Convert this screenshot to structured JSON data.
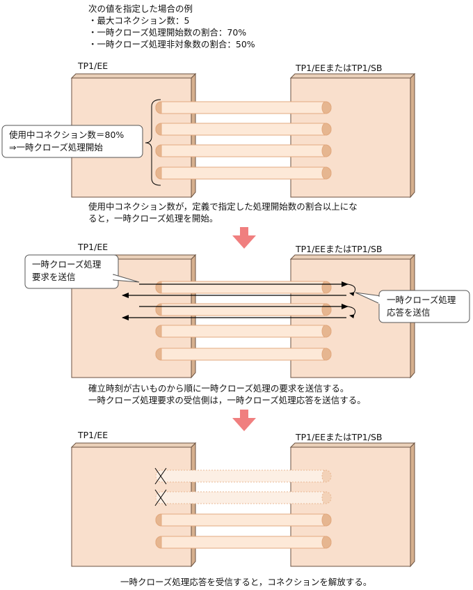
{
  "intro": {
    "heading": "次の値を指定した場合の例",
    "items": [
      "・最大コネクション数：5",
      "・一時クローズ処理開始数の割合：70%",
      "・一時クローズ処理非対象数の割合：50%"
    ]
  },
  "colors": {
    "box_fill": "#f9dfcc",
    "box_side": "#d6b08f",
    "pipe_fill": "#fde9d8",
    "pipe_stroke": "#e2a97f",
    "cap_fill": "#e6b690",
    "arrow_down": "#f07f7f"
  },
  "panels": [
    {
      "left_label": "TP1/EE",
      "right_label": "TP1/EEまたはTP1/SB",
      "callout_left": [
        "使用中コネクション数＝80%",
        "⇒一時クローズ処理開始"
      ],
      "caption": [
        "使用中コネクション数が，定義で指定した処理開始数の割合以上にな",
        "ると，一時クローズ処理を開始。"
      ]
    },
    {
      "left_label": "TP1/EE",
      "right_label": "TP1/EEまたはTP1/SB",
      "callout_left": [
        "一時クローズ処理",
        "要求を送信"
      ],
      "callout_right": [
        "一時クローズ処理",
        "応答を送信"
      ],
      "caption": [
        "確立時刻が古いものから順に一時クローズ処理の要求を送信する。",
        "一時クローズ処理要求の受信側は，一時クローズ処理応答を送信する。"
      ]
    },
    {
      "left_label": "TP1/EE",
      "right_label": "TP1/EEまたはTP1/SB",
      "caption": [
        "一時クローズ処理応答を受信すると，コネクションを解放する。"
      ]
    }
  ],
  "icons": [
    "down-arrow-icon",
    "cross-icon"
  ]
}
